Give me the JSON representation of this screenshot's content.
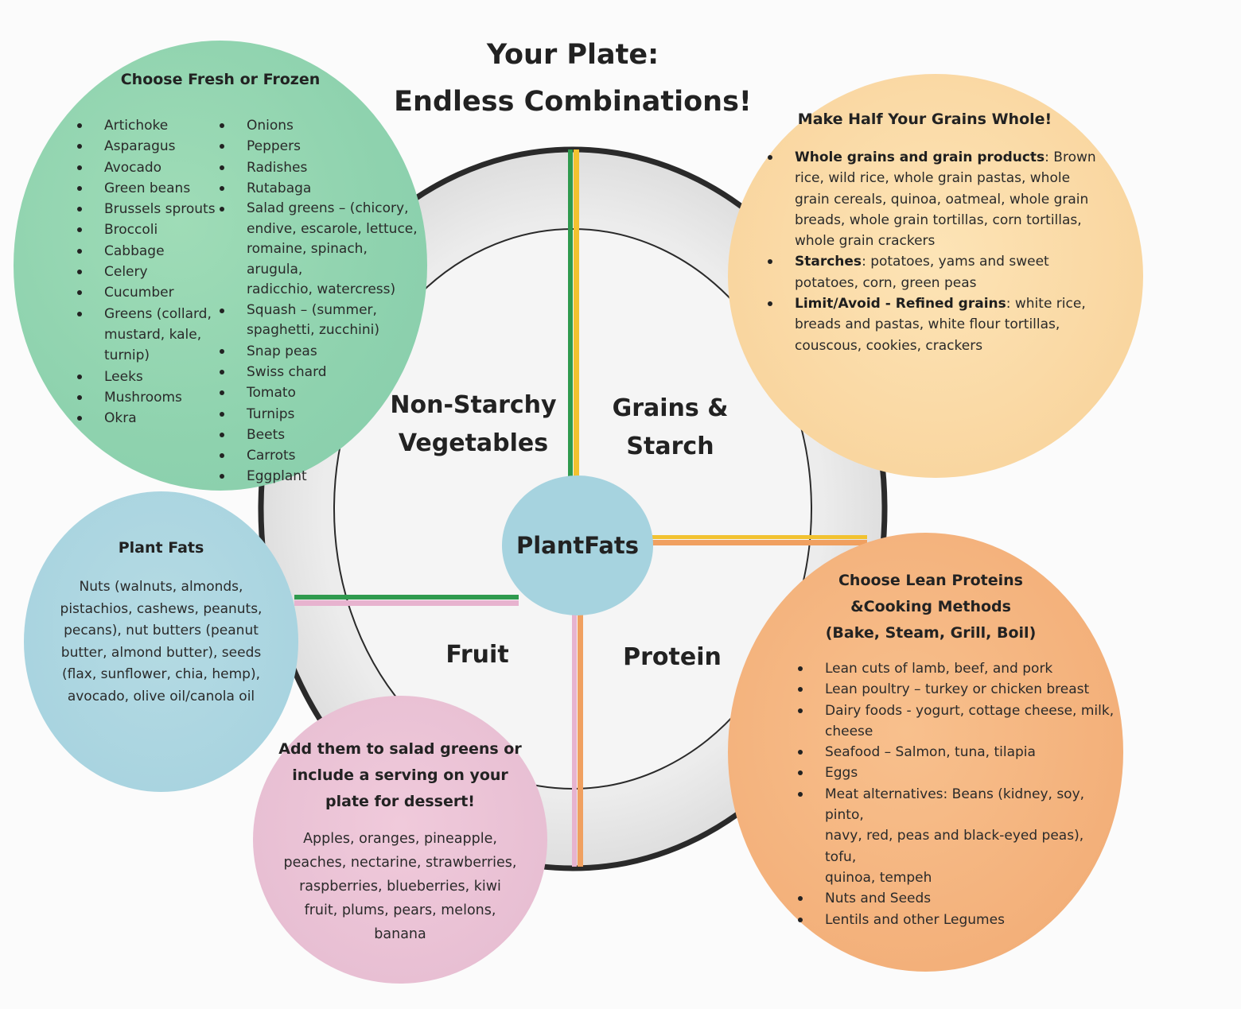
{
  "title": {
    "line1": "Your Plate:",
    "line2": "Endless Combinations!"
  },
  "plate": {
    "sections": {
      "top_left_line1": "Non-Starchy",
      "top_left_line2": "Vegetables",
      "top_right_line1": "Grains &",
      "top_right_line2": "Starch",
      "bottom_left": "Fruit",
      "bottom_right": "Protein",
      "center": "PlantFats"
    }
  },
  "vegetables": {
    "title": "Choose Fresh or Frozen",
    "col1": [
      "Artichoke",
      "Asparagus",
      "Avocado",
      "Green beans",
      "Brussels sprouts",
      "Broccoli",
      "Cabbage",
      "Celery",
      "Cucumber"
    ],
    "col1_greens": [
      "Greens (collard,",
      "mustard, kale,",
      "turnip)"
    ],
    "col1_rest": [
      "Leeks",
      "Mushrooms",
      "Okra"
    ],
    "col2_a": [
      "Onions",
      "Peppers",
      "Radishes",
      "Rutabaga"
    ],
    "col2_salad": [
      "Salad greens – (chicory,",
      "endive, escarole, lettuce,",
      "romaine, spinach, arugula,",
      "radicchio, watercress)"
    ],
    "col2_squash": [
      "Squash – (summer,",
      "spaghetti, zucchini)"
    ],
    "col2_b": [
      "Snap peas",
      "Swiss chard",
      "Tomato",
      "Turnips",
      "Beets",
      "Carrots",
      "Eggplant"
    ]
  },
  "grains": {
    "title": "Make Half Your Grains Whole!",
    "items": [
      {
        "label": "Whole grains and grain products",
        "lines": [
          ": Brown",
          "rice, wild rice, whole grain pastas, whole",
          "grain cereals, quinoa, oatmeal, whole grain",
          "breads, whole grain tortillas, corn tortillas,",
          "whole grain crackers"
        ]
      },
      {
        "label": "Starches",
        "lines": [
          ": potatoes, yams and sweet",
          "potatoes, corn, green peas"
        ]
      },
      {
        "label": "Limit/Avoid - Refined grains",
        "lines": [
          ": white rice,",
          "breads and pastas, white flour tortillas,",
          "couscous, cookies, crackers"
        ]
      }
    ]
  },
  "plant_fats": {
    "title": "Plant Fats",
    "lines": [
      "Nuts (walnuts, almonds,",
      "pistachios, cashews, peanuts,",
      "pecans), nut butters (peanut",
      "butter, almond butter), seeds",
      "(flax, sunflower, chia, hemp),",
      "avocado, olive oil/canola oil"
    ]
  },
  "fruit": {
    "title_lines": [
      "Add them to salad greens or",
      "include a serving on your",
      "plate for dessert!"
    ],
    "lines": [
      "Apples, oranges, pineapple,",
      "peaches, nectarine, strawberries,",
      "raspberries, blueberries, kiwi",
      "fruit, plums, pears, melons,",
      "banana"
    ]
  },
  "protein": {
    "title_lines": [
      "Choose Lean Proteins",
      "&Cooking Methods",
      "(Bake, Steam, Grill, Boil)"
    ],
    "items": [
      [
        "Lean cuts of lamb, beef, and pork"
      ],
      [
        "Lean poultry – turkey or chicken breast"
      ],
      [
        "Dairy foods  - yogurt, cottage cheese, milk,",
        "cheese"
      ],
      [
        "Seafood – Salmon, tuna, tilapia"
      ],
      [
        "Eggs"
      ],
      [
        "Meat alternatives: Beans (kidney, soy, pinto,",
        "navy, red, peas and black-eyed peas), tofu,",
        "quinoa, tempeh"
      ],
      [
        "Nuts and Seeds"
      ],
      [
        "Lentils and other Legumes"
      ]
    ]
  },
  "colors": {
    "vegetables": "#8ed2ae",
    "grains": "#f9d6a0",
    "plant_fats": "#a9d4e0",
    "fruit": "#e8bfd3",
    "protein": "#f3b07a",
    "green_line": "#2f9a4e",
    "yellow_line": "#f2c230",
    "pink_line": "#e7b3cf",
    "orange_line": "#f0a060"
  }
}
